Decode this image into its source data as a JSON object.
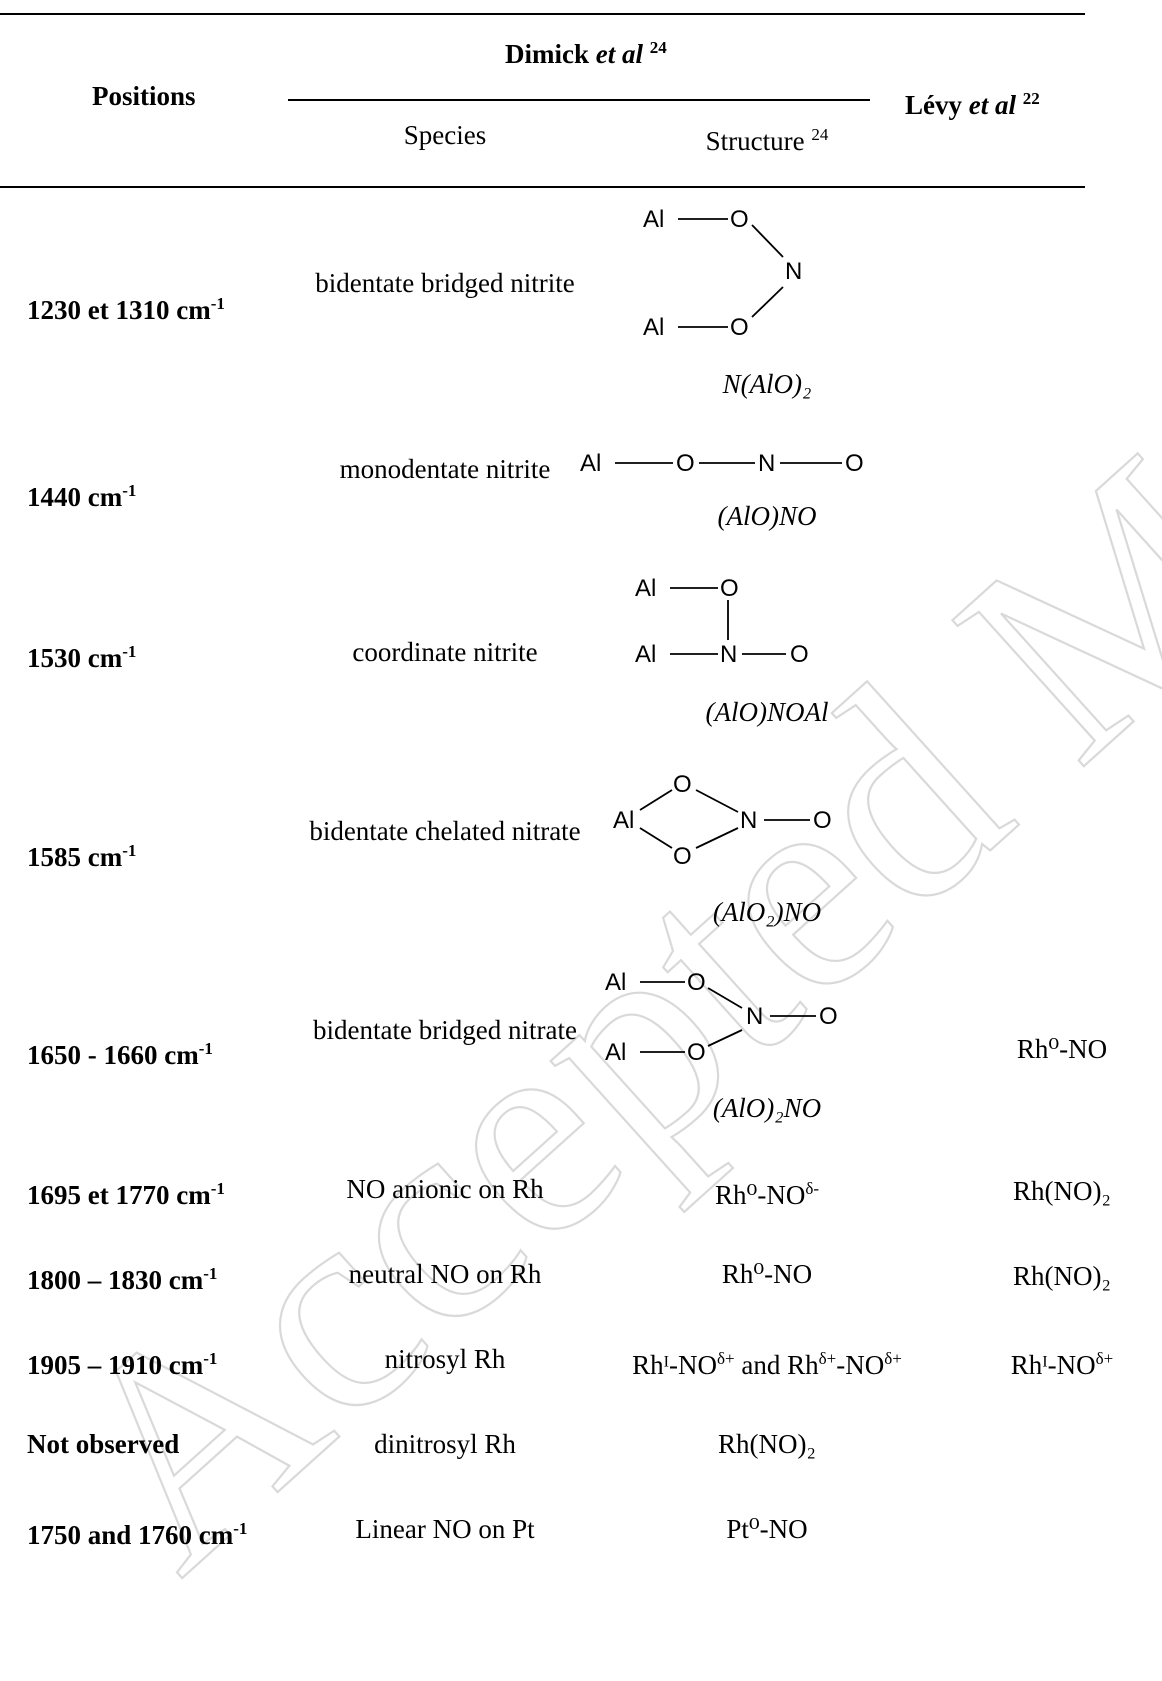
{
  "header": {
    "positions": "Positions",
    "dimick_name": "Dimick ",
    "dimick_etal": "et al",
    "dimick_ref": "24",
    "levy_name": "Lévy ",
    "levy_etal": "et al",
    "levy_ref": "22",
    "species": "Species",
    "structure": "Structure ",
    "structure_ref": "24"
  },
  "watermark": "Accepted Manuscript",
  "rows": [
    {
      "pos_main": "1230 et 1310 cm",
      "pos_sup": "-1",
      "species": "bidentate bridged nitrite",
      "formula": "N(AlO)₂",
      "atoms": [
        "Al",
        "O",
        "N",
        "Al",
        "O"
      ]
    },
    {
      "pos_main": "1440 cm",
      "pos_sup": "-1",
      "species": "monodentate nitrite",
      "formula": "(AlO)NO",
      "atoms": [
        "Al",
        "O",
        "N",
        "O"
      ]
    },
    {
      "pos_main": "1530 cm",
      "pos_sup": "-1",
      "species": "coordinate nitrite",
      "formula": "(AlO)NOAl",
      "atoms": [
        "Al",
        "O",
        "Al",
        "N",
        "O"
      ]
    },
    {
      "pos_main": "1585 cm",
      "pos_sup": "-1",
      "species": "bidentate chelated nitrate",
      "formula": "(AlO₂)NO",
      "atoms": [
        "O",
        "Al",
        "N",
        "O",
        "O"
      ]
    },
    {
      "pos_main": "1650 - 1660 cm",
      "pos_sup": "-1",
      "species": "bidentate bridged nitrate",
      "formula": "(AlO)₂NO",
      "atoms": [
        "Al",
        "O",
        "N",
        "O",
        "Al",
        "O"
      ],
      "levy": "Rh⁰-NO"
    },
    {
      "pos_main": "1695 et 1770 cm",
      "pos_sup": "-1",
      "species": "NO anionic on Rh",
      "structure": "Rh⁰-NO",
      "structure_sup": "δ-",
      "levy": "Rh(NO)₂"
    },
    {
      "pos_main": "1800 – 1830 cm",
      "pos_sup": "-1",
      "species": "neutral NO on Rh",
      "structure": "Rh⁰-NO",
      "levy": "Rh(NO)₂"
    },
    {
      "pos_main": "1905 – 1910 cm",
      "pos_sup": "-1",
      "species": "nitrosyl Rh",
      "structure": "Rhᴵ-NO",
      "structure_sup": "δ+",
      "structure_mid": " and Rh",
      "structure_mid_sup": "δ+",
      "structure_end": "-NO",
      "structure_end_sup": "δ+",
      "levy": "Rhᴵ-NO",
      "levy_sup": "δ+"
    },
    {
      "pos_main": "Not observed",
      "species": "dinitrosyl Rh",
      "structure": "Rh(NO)₂"
    },
    {
      "pos_main": "1750 and 1760 cm",
      "pos_sup": "-1",
      "species": "Linear NO on Pt",
      "structure": "Pt⁰-NO"
    }
  ]
}
